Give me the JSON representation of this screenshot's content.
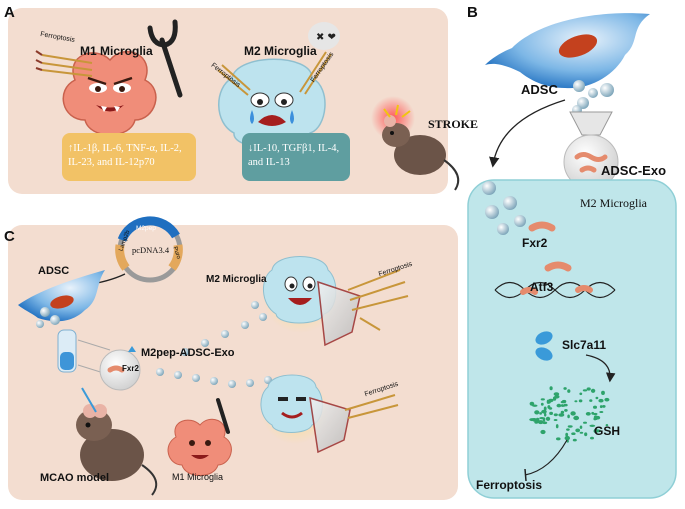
{
  "panels": {
    "a": "A",
    "b": "B",
    "c": "C"
  },
  "panel_a": {
    "m1_title": "M1 Microglia",
    "m2_title": "M2 Microglia",
    "m1_ferroptosis": "Ferroptosis",
    "m2_ferroptosis_left": "Ferroptosis",
    "m2_ferroptosis_right": "Ferroptosis",
    "m1_cytokines_line1": "↑IL-1β, IL-6, TNF-α, IL-2,",
    "m1_cytokines_line2": "IL-23, and IL-12p70",
    "m2_cytokines_line1": "↓IL-10, TGFβ1, IL-4,",
    "m2_cytokines_line2": "and IL-13",
    "stroke": "STROKE",
    "colors": {
      "panel_bg": "#f3ddd0",
      "m1_box": "#f2c266",
      "m2_box": "#5f9ea0"
    }
  },
  "panel_b": {
    "adsc": "ADSC",
    "exo": "ADSC-Exo",
    "m2": "M2 Microglia",
    "fxr2": "Fxr2",
    "atf3": "Atf3",
    "slc7a11": "Slc7a11",
    "gsh": "GSH",
    "ferroptosis": "Ferroptosis",
    "colors": {
      "cell_bg": "#bfe6ea",
      "cell_border": "#8fcfd6"
    }
  },
  "panel_c": {
    "plasmid_top": "M2pep",
    "plasmid_left": "Lamp2b",
    "plasmid_right": "Puro",
    "plasmid_name": "pcDNA3.4",
    "adsc": "ADSC",
    "m2_microglia": "M2 Microglia",
    "ferroptosis_top": "Ferroptosis",
    "ferroptosis_bottom": "Ferroptosis",
    "exo_label": "M2pep-ADSC-Exo",
    "fxr2": "Fxr2",
    "model": "MCAO model",
    "m1_microglia": "M1 Microglia"
  }
}
